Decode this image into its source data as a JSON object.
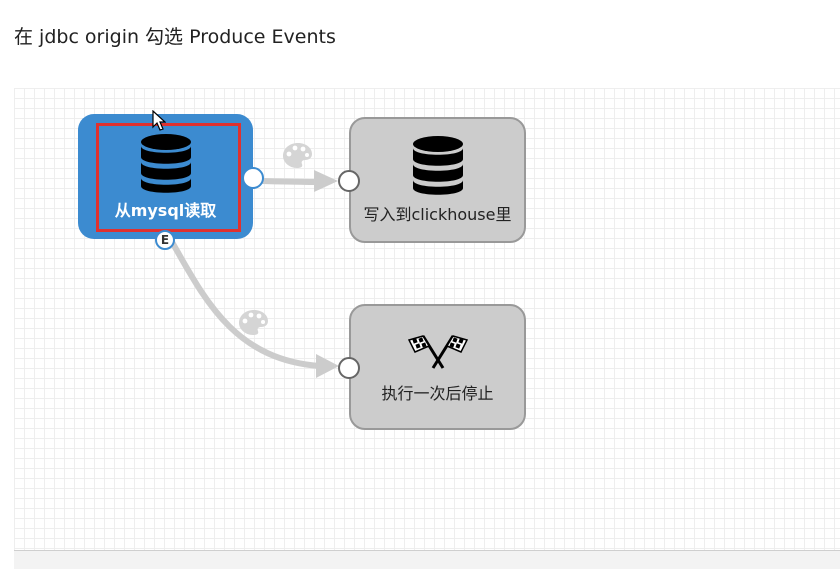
{
  "instruction": {
    "text": "在 jdbc origin 勾选 Produce Events"
  },
  "pipeline": {
    "nodes": [
      {
        "id": "source",
        "label": "从mysql读取",
        "icon": "database-icon",
        "color": "#3c8bd0",
        "selected": true
      },
      {
        "id": "clickhouse",
        "label": "写入到clickhouse里",
        "icon": "database-icon",
        "color": "#cccccc"
      },
      {
        "id": "finisher",
        "label": "执行一次后停止",
        "icon": "crossed-flags-icon",
        "color": "#cccccc"
      }
    ],
    "event_port_label": "E",
    "colors": {
      "selection": "#e0312f",
      "link": "#cccccc",
      "grid": "#eeeeee"
    }
  }
}
